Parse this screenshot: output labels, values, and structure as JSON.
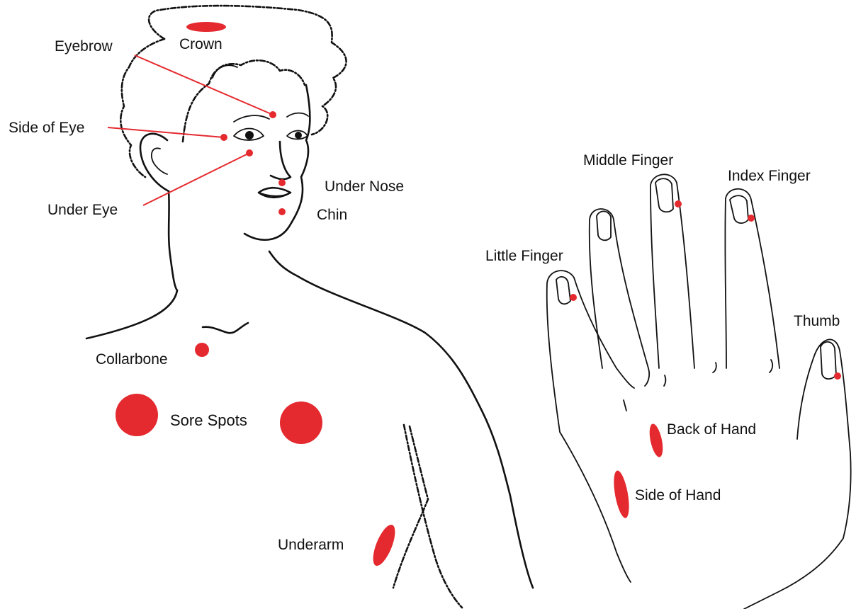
{
  "marker_color": "#e42a2f",
  "ink_color": "#111111",
  "labels": {
    "crown": "Crown",
    "eyebrow": "Eyebrow",
    "side_of_eye": "Side of Eye",
    "under_eye": "Under Eye",
    "under_nose": "Under Nose",
    "chin": "Chin",
    "collarbone": "Collarbone",
    "sore_spots": "Sore Spots",
    "underarm": "Underarm",
    "middle_finger": "Middle Finger",
    "index_finger": "Index Finger",
    "little_finger": "Little Finger",
    "thumb": "Thumb",
    "back_of_hand": "Back of Hand",
    "side_of_hand": "Side of Hand"
  }
}
